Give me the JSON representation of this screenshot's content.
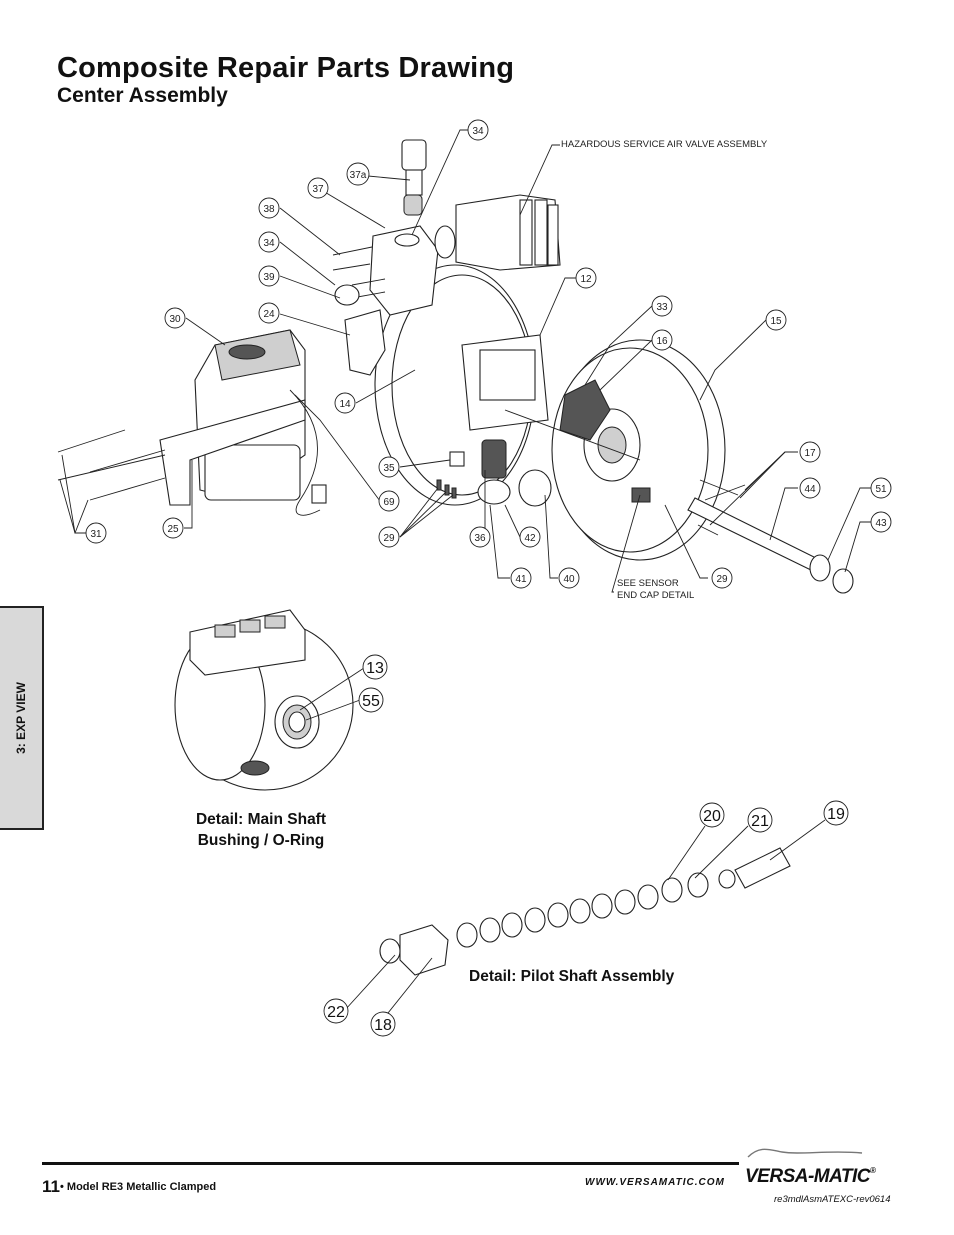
{
  "header": {
    "title": "Composite Repair Parts Drawing",
    "subtitle": "Center Assembly"
  },
  "side_tab": {
    "label": "3: EXP VIEW"
  },
  "notes": {
    "hazardous": "HAZARDOUS SERVICE AIR VALVE ASSEMBLY",
    "sensor_line1": "SEE SENSOR",
    "sensor_line2": "END CAP DETAIL"
  },
  "callouts_main": {
    "c34a": "34",
    "c37a": "37a",
    "c37": "37",
    "c38": "38",
    "c34b": "34",
    "c39": "39",
    "c24": "24",
    "c30": "30",
    "c14": "14",
    "c12": "12",
    "c33": "33",
    "c16": "16",
    "c15": "15",
    "c17": "17",
    "c44": "44",
    "c51": "51",
    "c43": "43",
    "c35": "35",
    "c69": "69",
    "c29a": "29",
    "c36": "36",
    "c42": "42",
    "c41": "41",
    "c40": "40",
    "c29b": "29",
    "c31": "31",
    "c25": "25"
  },
  "detail_bushing": {
    "label_line1": "Detail: Main Shaft",
    "label_line2": "Bushing / O-Ring",
    "c13": "13",
    "c55": "55"
  },
  "detail_pilot": {
    "label": "Detail: Pilot Shaft Assembly",
    "c20": "20",
    "c21": "21",
    "c19": "19",
    "c22": "22",
    "c18": "18"
  },
  "footer": {
    "page_number": "11",
    "model": "• Model RE3 Metallic Clamped",
    "website": "WWW.VERSAMATIC.COM",
    "brand": "VERSA-MATIC",
    "brand_mark": "®",
    "doc_id": "re3mdlAsmATEXC-rev0614"
  }
}
